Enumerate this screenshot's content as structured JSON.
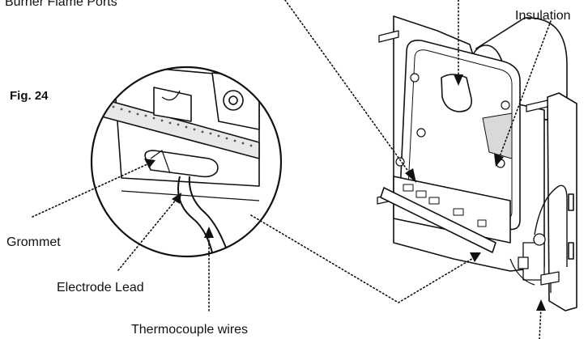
{
  "figure": {
    "label": "Fig. 24"
  },
  "callouts": {
    "burner_flame_ports": "Burner Flame Ports",
    "insulation": "Insulation",
    "grommet": "Grommet",
    "electrode_lead": "Electrode Lead",
    "thermocouple_wires": "Thermocouple wires"
  },
  "colors": {
    "line": "#111111",
    "panel": "#ffffff",
    "shade": "#d9d9d9"
  }
}
